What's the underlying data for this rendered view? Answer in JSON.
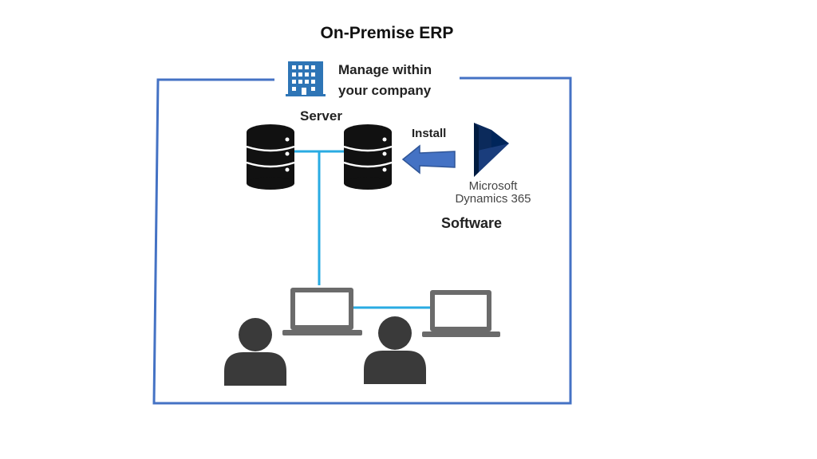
{
  "title": "On-Premise ERP",
  "manage": {
    "line1": "Manage within",
    "line2": "your company"
  },
  "server_label": "Server",
  "install_label": "Install",
  "microsoft": {
    "line1": "Microsoft",
    "line2": "Dynamics 365"
  },
  "software_label": "Software",
  "icons": {
    "building": "building-icon",
    "server": "database-server-icon",
    "arrow": "arrow-left-icon",
    "dynamics": "dynamics-logo-icon",
    "laptop": "laptop-icon",
    "user": "user-icon"
  },
  "colors": {
    "border": "#4472c4",
    "network": "#29abe2",
    "arrow": "#4472c4",
    "dark": "#111111",
    "person": "#3a3a3a",
    "laptop": "#6b6b6b",
    "building": "#2e75b6",
    "dynamics": "#002050"
  }
}
